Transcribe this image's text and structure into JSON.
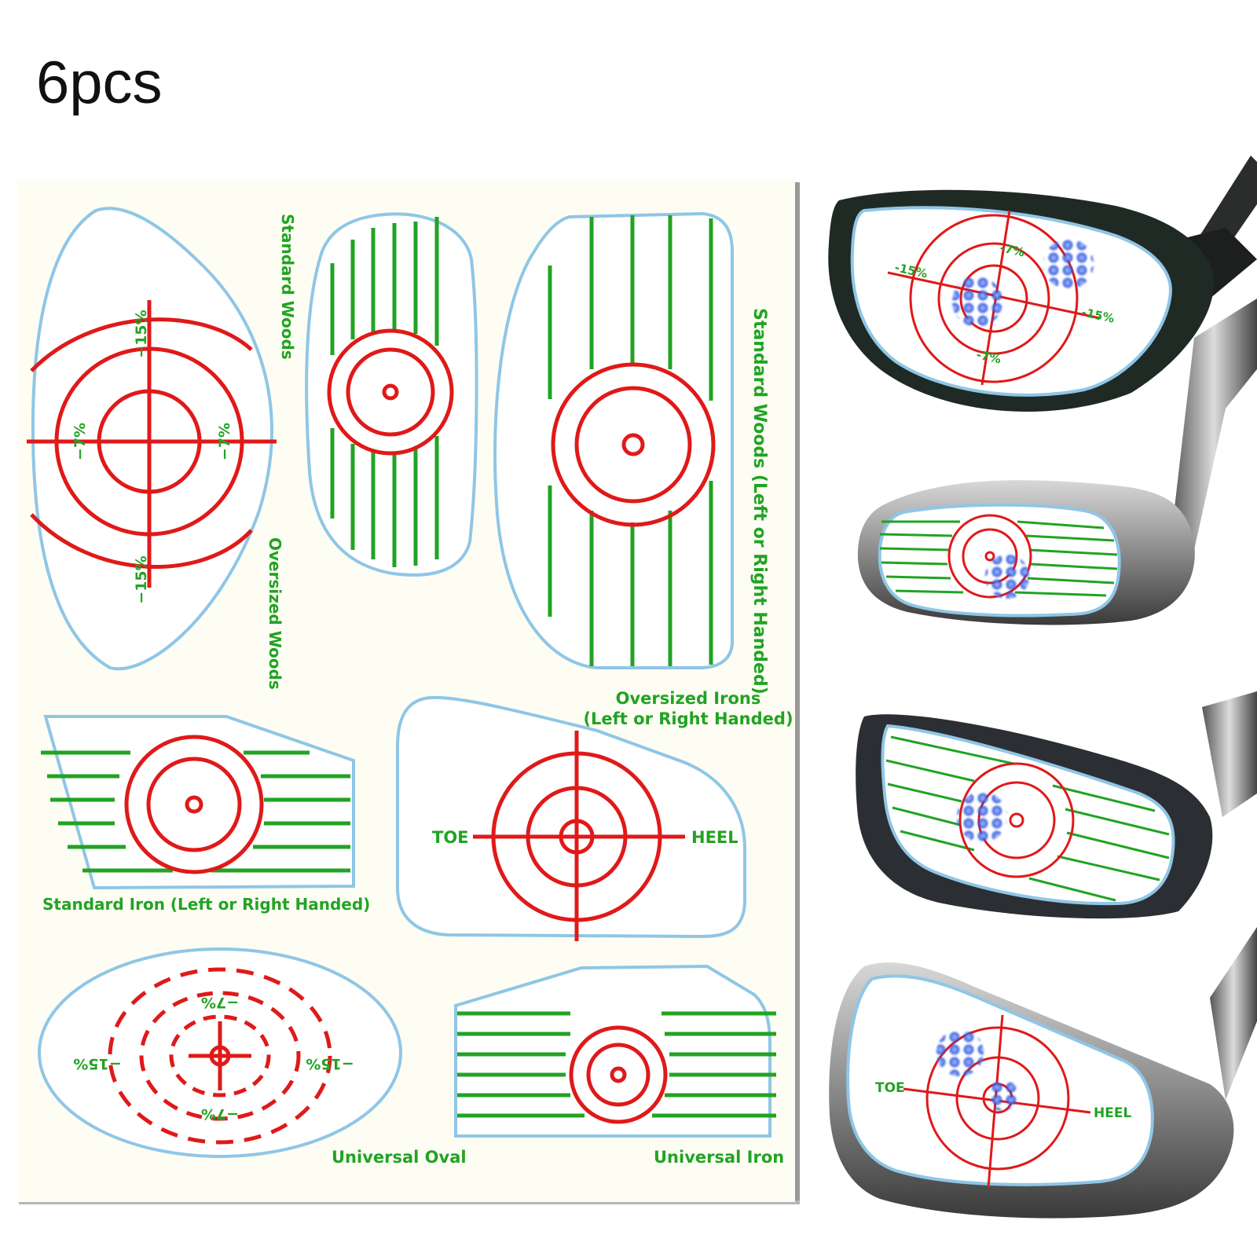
{
  "headline": "6pcs",
  "sheet": {
    "labels": {
      "standard_woods": "Standard Woods",
      "oversized_woods": "Oversized Woods",
      "standard_woods_lr": "Standard Woods (Left or Right Handed)",
      "oversized_irons_line1": "Oversized Irons",
      "oversized_irons_line2": "(Left or Right Handed)",
      "standard_iron": "Standard Iron (Left or Right Handed)",
      "universal_oval": "Universal Oval",
      "universal_iron": "Universal Iron"
    },
    "marks": {
      "pct15": "−15%",
      "pct7": "−7%",
      "toe": "TOE",
      "heel": "HEEL"
    }
  },
  "photos": {
    "driver": {
      "p15": "-15%",
      "p7": "-7%"
    },
    "iron": {
      "toe": "TOE",
      "heel": "HEEL"
    }
  },
  "colors": {
    "target_red": "#e01919",
    "line_green": "#22a323",
    "outline_blue": "#8fc6e6",
    "sheet_bg": "#fdfdf3",
    "impact_blue": "#2a55e0"
  }
}
